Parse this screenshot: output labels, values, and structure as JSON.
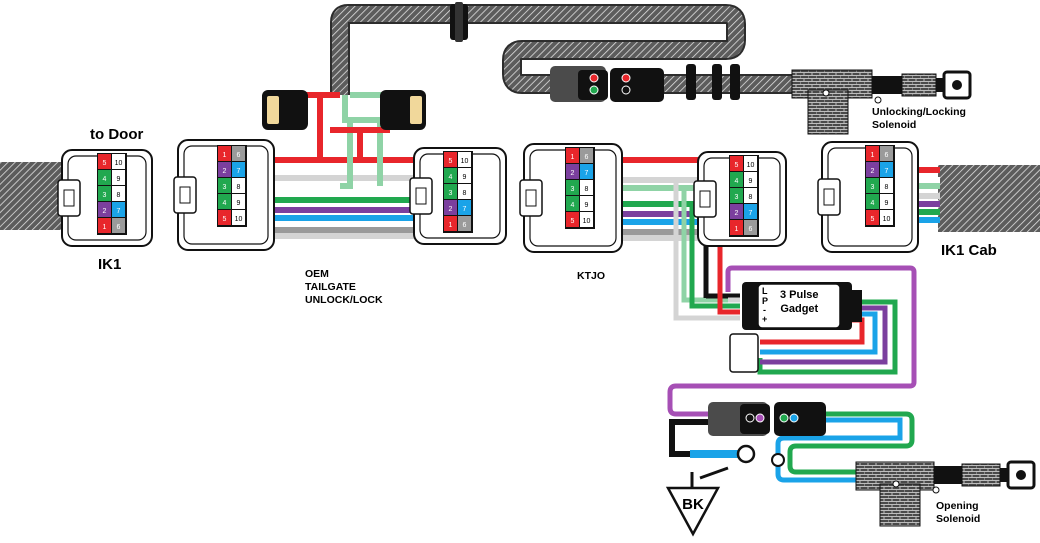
{
  "labels": {
    "to_door": "to Door",
    "ik1_left": "IK1",
    "ik1_cab": "IK1  Cab",
    "oem_line1": "OEM",
    "oem_line2": "TAILGATE",
    "oem_line3": "UNLOCK/LOCK",
    "ktjo": "KTJO",
    "gadget_line1": "3 Pulse",
    "gadget_line2": "Gadget",
    "gadget_pins": [
      "L",
      "P",
      "-",
      "+"
    ],
    "unlocking_line1": "Unlocking/Locking",
    "unlocking_line2": "Solenoid",
    "opening_line1": "Opening",
    "opening_line2": "Solenoid",
    "ground": "BK"
  },
  "connector_pins": {
    "ik1_door_left": [
      "5",
      "10",
      "4",
      "9",
      "3",
      "8",
      "2",
      "7",
      "1",
      "6"
    ],
    "ik1_door_right": [
      "1",
      "6",
      "2",
      "7",
      "3",
      "8",
      "4",
      "9",
      "5",
      "10"
    ],
    "oem_mate": [
      "5",
      "10",
      "4",
      "9",
      "3",
      "8",
      "2",
      "7",
      "1",
      "6"
    ],
    "ktjo_left": [
      "1",
      "6",
      "2",
      "7",
      "3",
      "8",
      "4",
      "9",
      "5",
      "10"
    ],
    "ktjo_right": [
      "5",
      "10",
      "4",
      "9",
      "3",
      "8",
      "2",
      "7",
      "1",
      "6"
    ],
    "ik1_cab": [
      "1",
      "6",
      "2",
      "7",
      "3",
      "8",
      "4",
      "9",
      "5",
      "10"
    ]
  },
  "wire_colors": {
    "red": "#e8262b",
    "white": "#ffffff",
    "light_gray": "#d4d4d4",
    "mint": "#8fd3a6",
    "green": "#21a84f",
    "purple": "#7b3f9e",
    "magenta": "#a64fb5",
    "blue": "#1aa3e8",
    "gray": "#9a9a9a",
    "black": "#111111"
  },
  "icons": [
    "cable-bundle-icon",
    "rubber-grommet-icon",
    "solenoid-icon",
    "ground-symbol-icon",
    "ring-terminal-icon"
  ]
}
